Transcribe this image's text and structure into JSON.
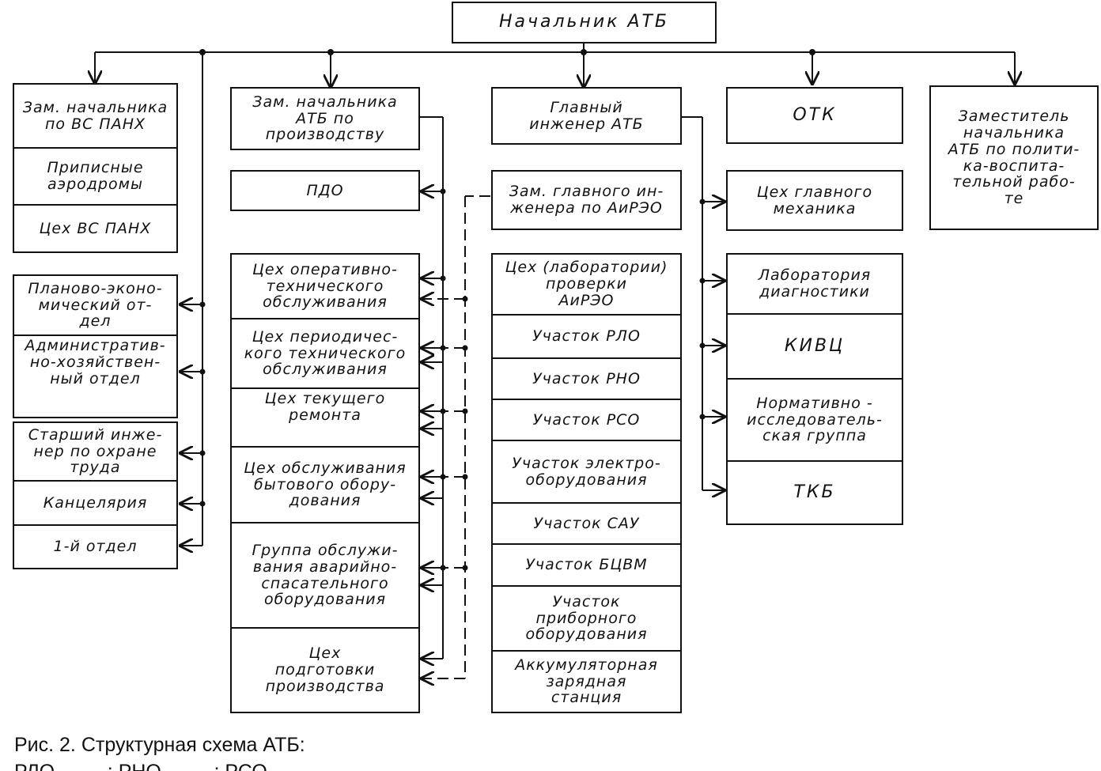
{
  "top": {
    "head": "Начальник АТБ"
  },
  "col1": {
    "deputy_panh": "Зам. начальника\nпо ВС ПАНХ",
    "airfields": "Приписные\nаэродромы",
    "panh_shop": "Цех ВС ПАНХ",
    "planning_dept": "Планово-эконо-\nмический от-\nдел",
    "admin_dept": "Административ-\nно-хозяйствен-\nный отдел",
    "safety_engineer": "Старший инже-\nнер по охране\nтруда",
    "office": "Канцелярия",
    "first_dept": "1-й отдел"
  },
  "col2": {
    "deputy_production": "Зам. начальника\nАТБ по\nпроизводству",
    "pdo": "ПДО",
    "oto_shop": "Цех оперативно-\nтехнического\nобслуживания",
    "periodic_shop": "Цех периодичес-\nкого технического\nобслуживания",
    "repair_shop": "Цех текущего\nремонта",
    "household_shop": "Цех обслуживания\nбытового обору-\nдования",
    "rescue_group": "Группа обслужи-\nвания аварийно-\nспасательного\nоборудования",
    "prep_shop": "Цех\nподготовки\nпроизводства"
  },
  "col3": {
    "chief_engineer": "Главный\nинженер АТБ",
    "deputy_chief_engineer": "Зам. главного ин-\nженера по АиРЭО",
    "lab_shop": "Цех (лаборатории)\nпроверки\nАиРЭО",
    "rlo": "Участок РЛО",
    "rno": "Участок РНО",
    "rso": "Участок РСО",
    "electrical": "Участок электро-\nоборудования",
    "sau": "Участок САУ",
    "bcvm": "Участок БЦВМ",
    "instrument": "Участок\nприборного\nоборудования",
    "battery": "Аккумуляторная\nзарядная\nстанция"
  },
  "col4": {
    "otk": "ОТК",
    "mechanic_shop": "Цех главного\nмеханика",
    "diagnostics_lab": "Лаборатория\nдиагностики",
    "kivc": "КИВЦ",
    "research_group": "Нормативно -\nисследователь-\nская группа",
    "tkb": "ТКБ"
  },
  "col5": {
    "deputy_political": "Заместитель\nначальника\nАТБ по полити-\nка-воспита-\nтельной рабо-\nте"
  },
  "caption": {
    "line1": "Рис. 2. Структурная схема АТБ:",
    "line2": "РЛО — ... ; РНО — ... ; РСО — ..."
  }
}
